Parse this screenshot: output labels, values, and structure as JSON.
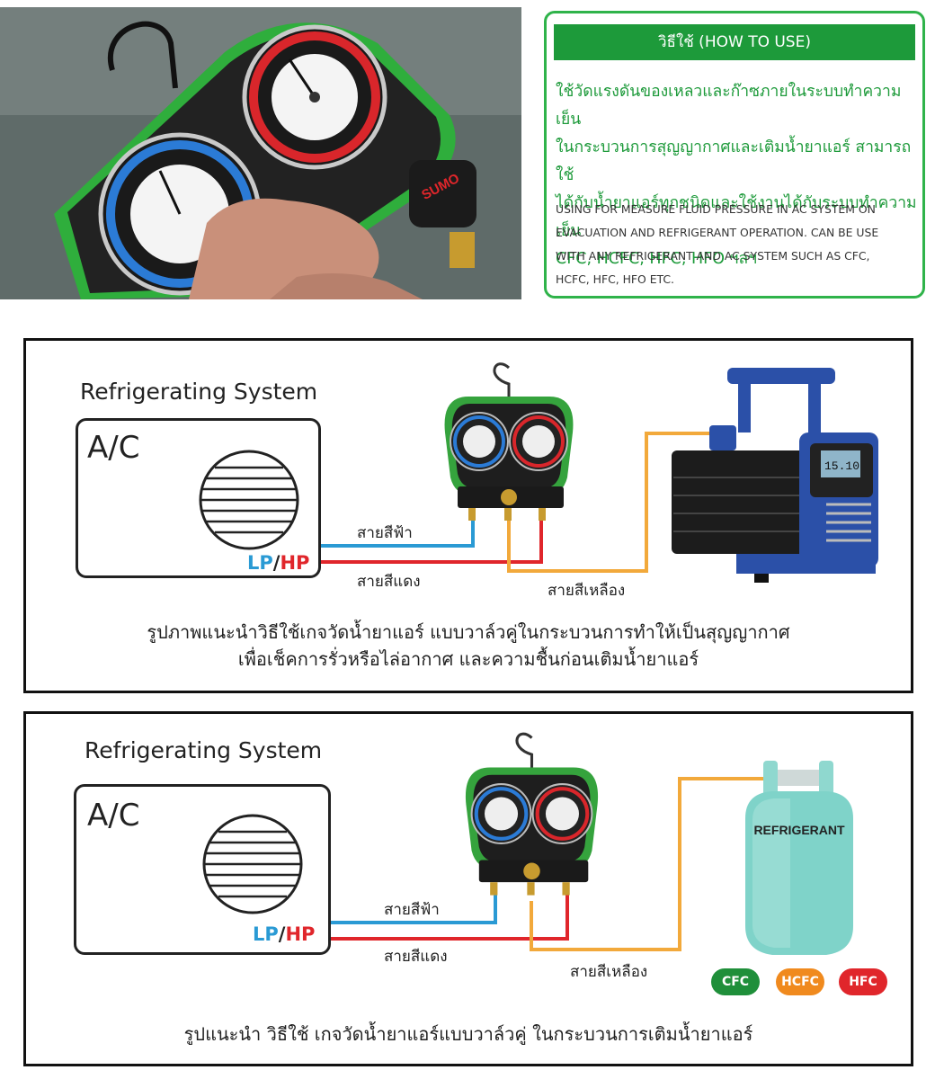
{
  "howto": {
    "title": "วิธีใช้ (HOW TO USE)",
    "thai_lines": [
      "ใช้วัดแรงดันของเหลวและก๊าซภายในระบบทำความเย็น",
      "ในกระบวนการสุญญากาศและเติมน้ำยาแอร์ สามารถใช้",
      "ได้กับน้ำยาแอร์ทุกชนิดและใช้งานได้กับระบบทำความเย็น",
      "CFC, HCFC, HFC, HFO ฯลฯ"
    ],
    "english_lines": [
      "USING FOR MEASURE FLUID PRESSURE IN AC SYSTEM ON",
      "EVACUATION AND REFRIGERANT OPERATION. CAN BE USE",
      "WITH ANY REFRIGERANT AND AC SYSTEM SUCH AS CFC,",
      "HCFC, HFC, HFO ETC."
    ]
  },
  "photo": {
    "brand": "SUMO"
  },
  "panel1": {
    "system_title": "Refrigerating System",
    "ac_label": "A/C",
    "lp": "LP",
    "slash": "/",
    "hp": "HP",
    "hose_blue": "สายสีฟ้า",
    "hose_red": "สายสีแดง",
    "hose_yellow": "สายสีเหลือง",
    "pump_display": "15.10",
    "caption_lines": [
      "รูปภาพแนะนำวิธีใช้เกจวัดน้ำยาแอร์ แบบวาล์วคู่ในกระบวนการทำให้เป็นสุญญากาศ",
      "เพื่อเช็คการรั่วหรือไล่อากาศ และความชื้นก่อนเติมน้ำยาแอร์"
    ]
  },
  "panel2": {
    "system_title": "Refrigerating System",
    "ac_label": "A/C",
    "lp": "LP",
    "slash": "/",
    "hp": "HP",
    "hose_blue": "สายสีฟ้า",
    "hose_red": "สายสีแดง",
    "hose_yellow": "สายสีเหลือง",
    "tank_label": "REFRIGERANT",
    "badges": [
      "CFC",
      "HCFC",
      "HFC"
    ],
    "caption_lines": [
      "รูปแนะนำ วิธีใช้ เกจวัดน้ำยาแอร์แบบวาล์วคู่ ในกระบวนการเติมน้ำยาแอร์"
    ]
  },
  "colors": {
    "green": "#1d9a3a",
    "blue_hose": "#2a9ad4",
    "red_hose": "#e0262b",
    "yellow_hose": "#f2a93b",
    "cfc": "#1f8f3a",
    "hcfc": "#f08a1e",
    "hfc": "#e0262b"
  }
}
